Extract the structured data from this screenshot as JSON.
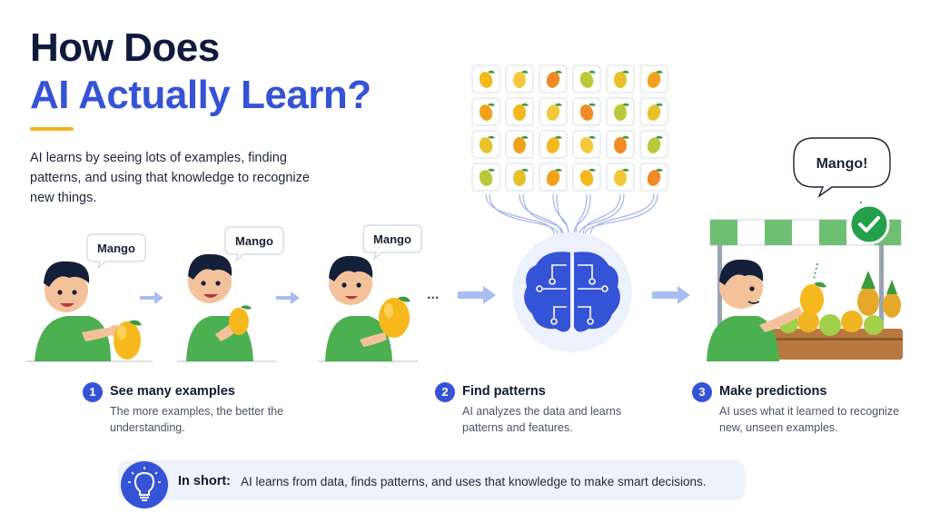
{
  "title": {
    "line1": "How Does",
    "line2": "AI Actually Learn?"
  },
  "intro": "AI learns by seeing lots of examples, finding patterns, and using that knowledge to recognize new things.",
  "bubbles": {
    "kid1": "Mango",
    "kid2": "Mango",
    "kid3": "Mango",
    "prediction": "Mango!"
  },
  "ellipsis": "...",
  "steps": [
    {
      "number": "1",
      "title": "See many examples",
      "description": "The more examples, the better the understanding."
    },
    {
      "number": "2",
      "title": "Find patterns",
      "description": "AI analyzes the data and learns patterns and features."
    },
    {
      "number": "3",
      "title": "Make predictions",
      "description": "AI uses what it learned to recognize new, unseen examples."
    }
  ],
  "summary": {
    "label": "In short:",
    "text": "AI learns from data, finds patterns, and uses that knowledge to make smart decisions."
  },
  "icons": {
    "arrow": "arrow-right-icon",
    "brain": "circuit-brain-icon",
    "check": "check-icon",
    "bulb": "lightbulb-icon"
  },
  "colors": {
    "primary": "#3553d6",
    "navy": "#0f1b3d",
    "accent_yellow": "#f3b21b",
    "arrow_light": "#a9bdf2",
    "success": "#22a04a",
    "shirt": "#4caf50"
  }
}
